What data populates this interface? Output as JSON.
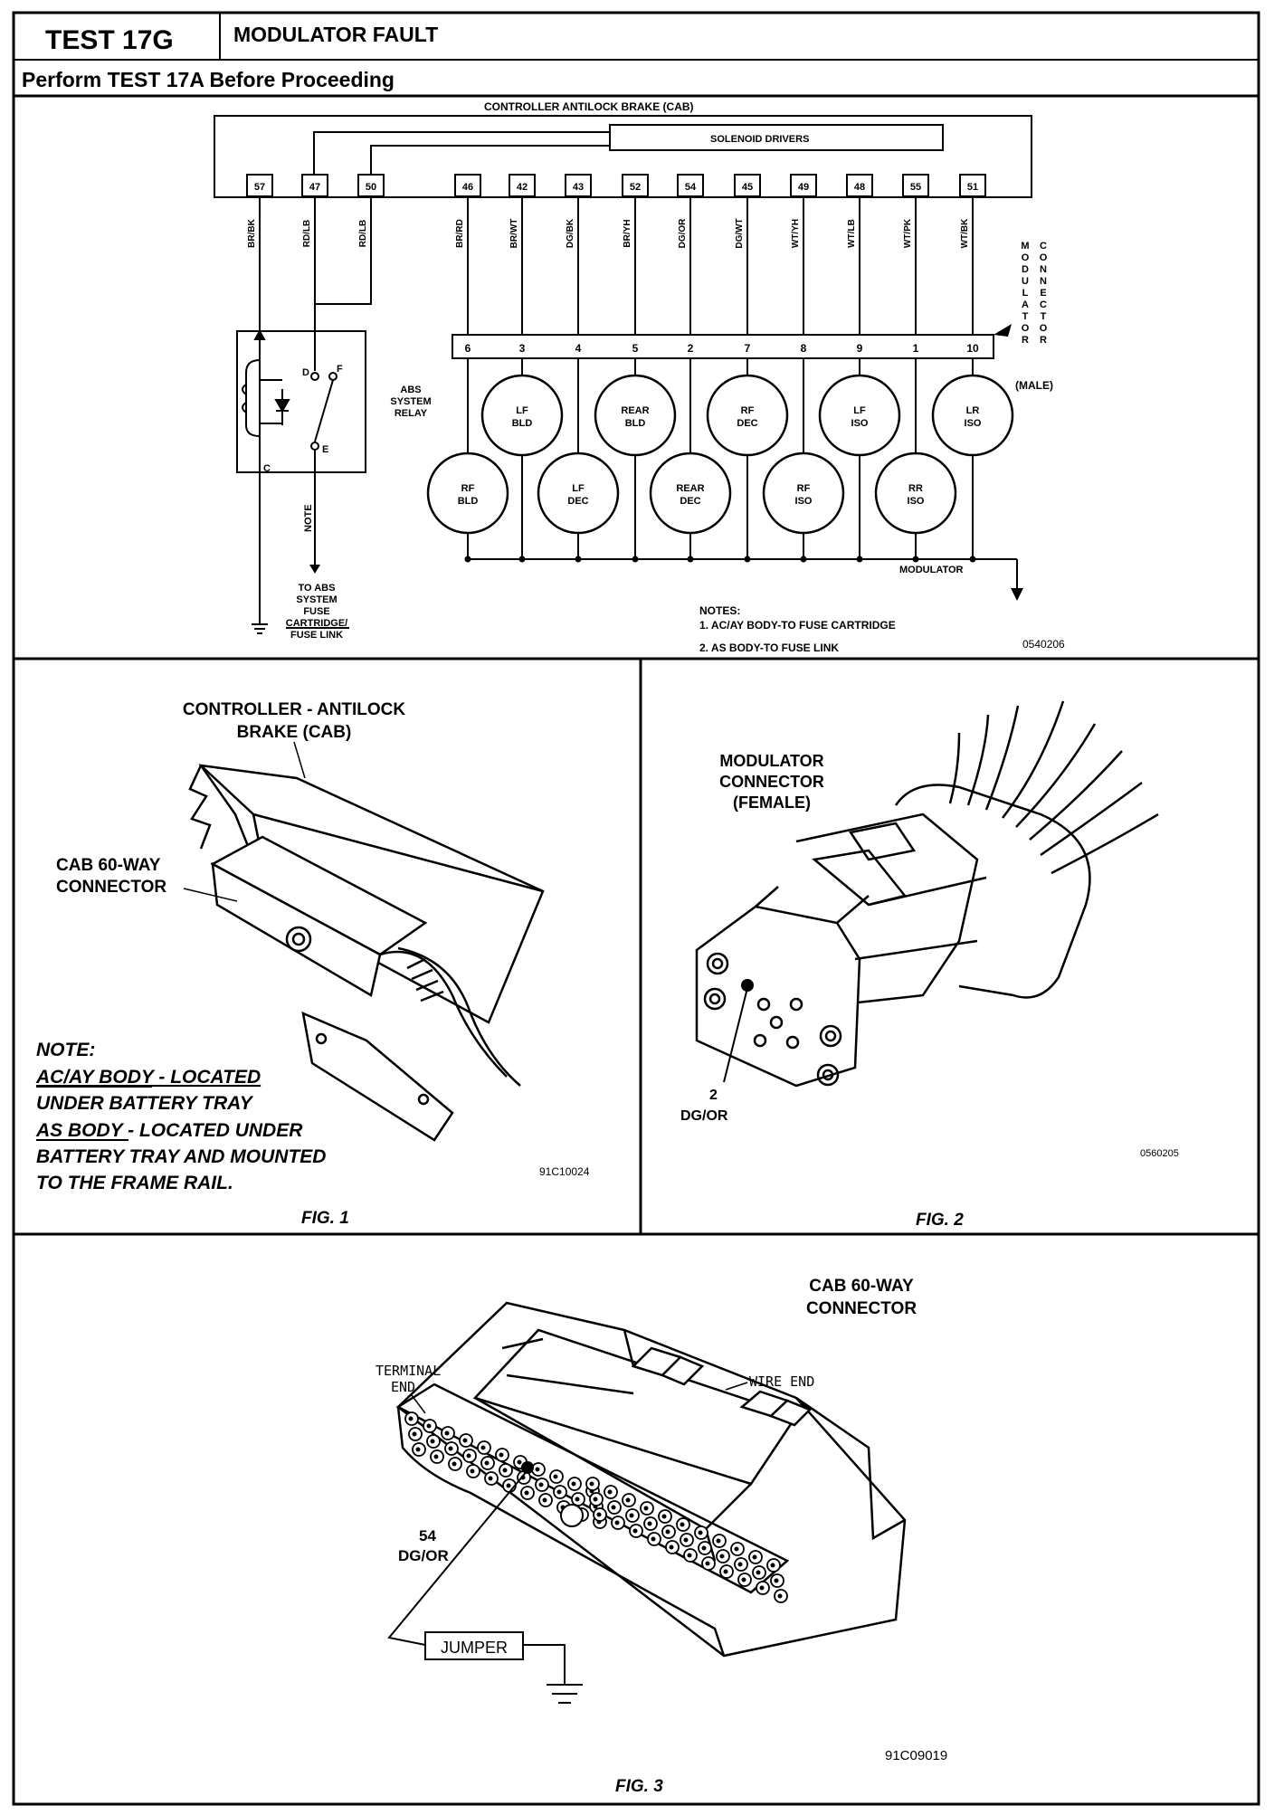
{
  "header": {
    "test_id": "TEST 17G",
    "title": "MODULATOR FAULT",
    "subtitle": "Perform TEST 17A Before Proceeding"
  },
  "schematic": {
    "controller_label": "CONTROLLER ANTILOCK BRAKE (CAB)",
    "solenoid_label": "SOLENOID DRIVERS",
    "pins": [
      {
        "pin": "57",
        "wire": "BR/BK"
      },
      {
        "pin": "47",
        "wire": "RD/LB"
      },
      {
        "pin": "50",
        "wire": "RD/LB"
      },
      {
        "pin": "46",
        "wire": "BR/RD"
      },
      {
        "pin": "42",
        "wire": "BR/WT"
      },
      {
        "pin": "43",
        "wire": "DG/BK"
      },
      {
        "pin": "52",
        "wire": "BR/YH"
      },
      {
        "pin": "54",
        "wire": "DG/OR"
      },
      {
        "pin": "45",
        "wire": "DG/WT"
      },
      {
        "pin": "49",
        "wire": "WT/YH"
      },
      {
        "pin": "48",
        "wire": "WT/LB"
      },
      {
        "pin": "55",
        "wire": "WT/PK"
      },
      {
        "pin": "51",
        "wire": "WT/BK"
      }
    ],
    "mod_pins": [
      "6",
      "3",
      "4",
      "5",
      "2",
      "7",
      "8",
      "9",
      "1",
      "10"
    ],
    "mod_connector_label": "MODULATOR CONNECTOR",
    "mod_connector_gender": "(MALE)",
    "relay_label": [
      "ABS",
      "SYSTEM",
      "RELAY"
    ],
    "relay_terminals": [
      "D",
      "F",
      "E",
      "C"
    ],
    "note_wire": "NOTE",
    "fuse_label": [
      "TO ABS",
      "SYSTEM",
      "FUSE",
      "CARTRIDGE/",
      "FUSE LINK"
    ],
    "valves_top": [
      [
        "LF",
        "BLD"
      ],
      [
        "REAR",
        "BLD"
      ],
      [
        "RF",
        "DEC"
      ],
      [
        "LF",
        "ISO"
      ],
      [
        "LR",
        "ISO"
      ]
    ],
    "valves_bottom": [
      [
        "RF",
        "BLD"
      ],
      [
        "LF",
        "DEC"
      ],
      [
        "REAR",
        "DEC"
      ],
      [
        "RF",
        "ISO"
      ],
      [
        "RR",
        "ISO"
      ]
    ],
    "modulator_label": "MODULATOR",
    "notes_title": "NOTES:",
    "notes": [
      "1. AC/AY BODY-TO FUSE CARTRIDGE",
      "2. AS BODY-TO FUSE LINK"
    ],
    "ref": "0540206"
  },
  "fig1": {
    "title": [
      "CONTROLLER - ANTILOCK",
      "BRAKE (CAB)"
    ],
    "connector_label": [
      "CAB 60-WAY",
      "CONNECTOR"
    ],
    "note_lines": [
      "NOTE:",
      "AC/AY BODY - LOCATED",
      "UNDER BATTERY TRAY",
      "AS BODY - LOCATED UNDER",
      "BATTERY TRAY AND MOUNTED",
      "TO THE FRAME RAIL."
    ],
    "ref": "91C10024",
    "caption": "FIG. 1"
  },
  "fig2": {
    "title": [
      "MODULATOR",
      "CONNECTOR",
      "(FEMALE)"
    ],
    "pin_label": [
      "2",
      "DG/OR"
    ],
    "ref": "0560205",
    "caption": "FIG. 2"
  },
  "fig3": {
    "title": [
      "CAB 60-WAY",
      "CONNECTOR"
    ],
    "terminal_end": [
      "TERMINAL",
      "END"
    ],
    "wire_end": "WIRE END",
    "pin_label": [
      "54",
      "DG/OR"
    ],
    "jumper": "JUMPER",
    "ref": "91C09019",
    "caption": "FIG. 3"
  }
}
